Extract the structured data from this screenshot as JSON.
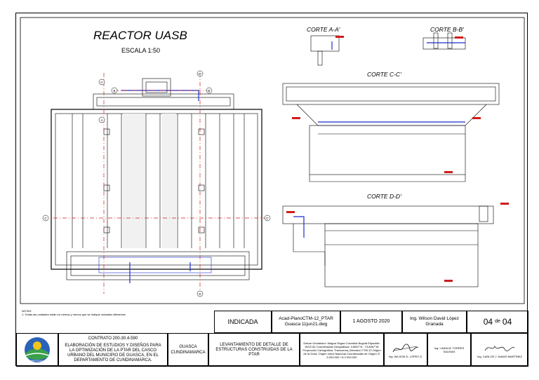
{
  "drawing": {
    "title": "REACTOR UASB",
    "scale": "ESCALA 1:50",
    "sections": {
      "aa": "CORTE A-A'",
      "bb": "CORTE B-B'",
      "cc": "CORTE C-C'",
      "dd": "CORTE D-D'"
    },
    "axis_labels": {
      "a": "A",
      "a2": "A'",
      "b": "B",
      "b2": "B'",
      "c": "C",
      "c2": "C'",
      "d": "D",
      "d2": "D'"
    }
  },
  "notes": {
    "header": "NOTAS",
    "item1": "1. Todas las unidades están en metros y menos que se indique unidades diferentes"
  },
  "title_block": {
    "scale": "INDICADA",
    "file": "Acad-PlanoCTM-12_PTAR Guasca 11jun21.dwg",
    "date": "1 AGOSTO 2020",
    "designer": "Ing. Wilson David López Granada",
    "sheet": "04",
    "sheet_of": "de",
    "sheet_total": "04",
    "contract": "CONTRATO 200-30.4-590",
    "project": "ELABORACIÓN DE ESTUDIOS Y DISEÑOS PARA LA OPTIMIZACIÓN DE LA PTAR DEL CASCO URBANO DEL MUNICIPIO DE GUASCA, EN EL DEPARTAMENTO DE CUNDINAMARCA.",
    "location_1": "GUASCA",
    "location_2": "CUNDINAMARCA",
    "content": "LEVANTAMIENTO DE DETALLE DE ESTRUCTURAS CONSTRUIDAS DE LA PTAR",
    "datum": "Datum Geodésico: Magna Sirgas Colombia Bogotá  Elipsoide: WGS 84  Coordenadas Geográficas: 4.8067°N ; 73.8067°W  Proyección Cartográfica: Transversa_Mercator CTM-12  Origen de la Zona: Origen único Nacional  Coordenadas de Origen: E 5.000.000 / N 2.000.000",
    "sig1": "Ing. WILSON D. LÓPEZ G.",
    "sig2": "Ing. LINDA M. TORRES SALINAS",
    "sig3": "Ing. CARLOS J. NAVAS MARTÍNEZ",
    "logo_text": "CORPOGUAVIO"
  },
  "colors": {
    "blue": "#1a2ecc",
    "red": "#d21b1b",
    "grid": "#000"
  }
}
